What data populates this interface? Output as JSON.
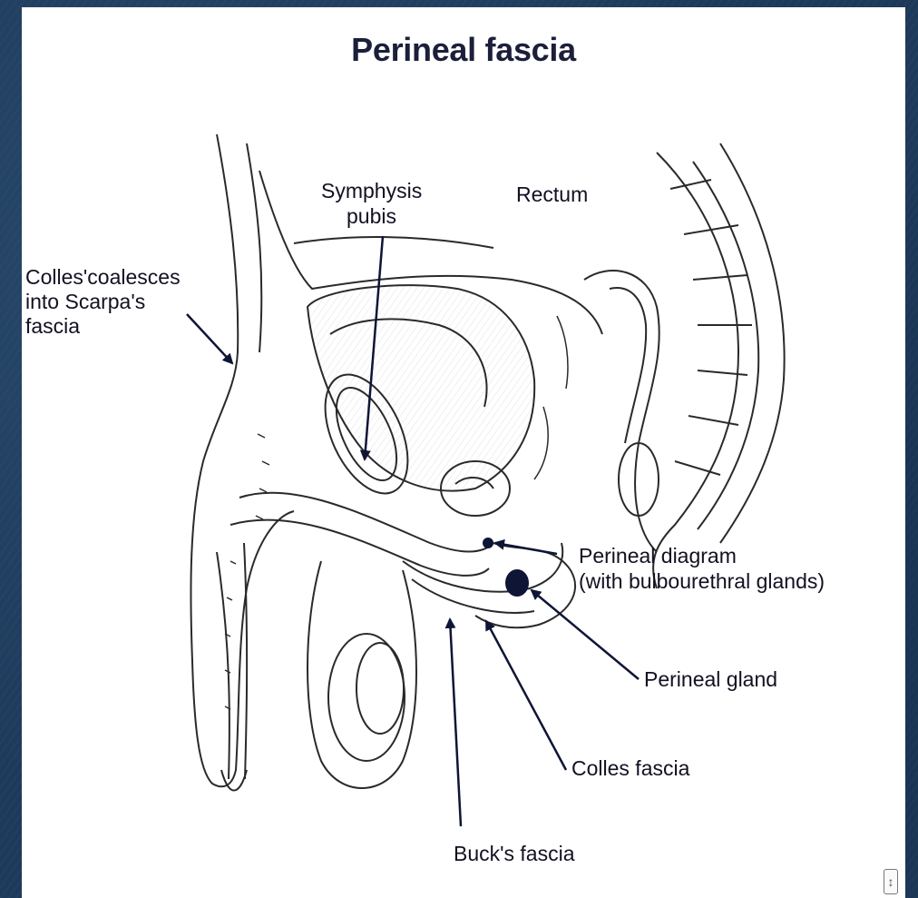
{
  "title": "Perineal fascia",
  "labels": {
    "symphysis_line1": "Symphysis",
    "symphysis_line2": "pubis",
    "rectum": "Rectum",
    "colles_line1": "Colles'coalesces",
    "colles_line2": "into Scarpa's",
    "colles_line3": "fascia",
    "perineal_diagram_line1": "Perineal diagram",
    "perineal_diagram_line2": "(with bulbourethral glands)",
    "perineal_gland": "Perineal gland",
    "colles_fascia": "Colles fascia",
    "bucks_fascia": "Buck's fascia"
  },
  "colors": {
    "background": "#1d3a5a",
    "sheet": "#ffffff",
    "ink": "#111122",
    "arrow": "#0f1535",
    "gland": "#0f1535"
  },
  "icons": {
    "corner": "expand-icon"
  }
}
